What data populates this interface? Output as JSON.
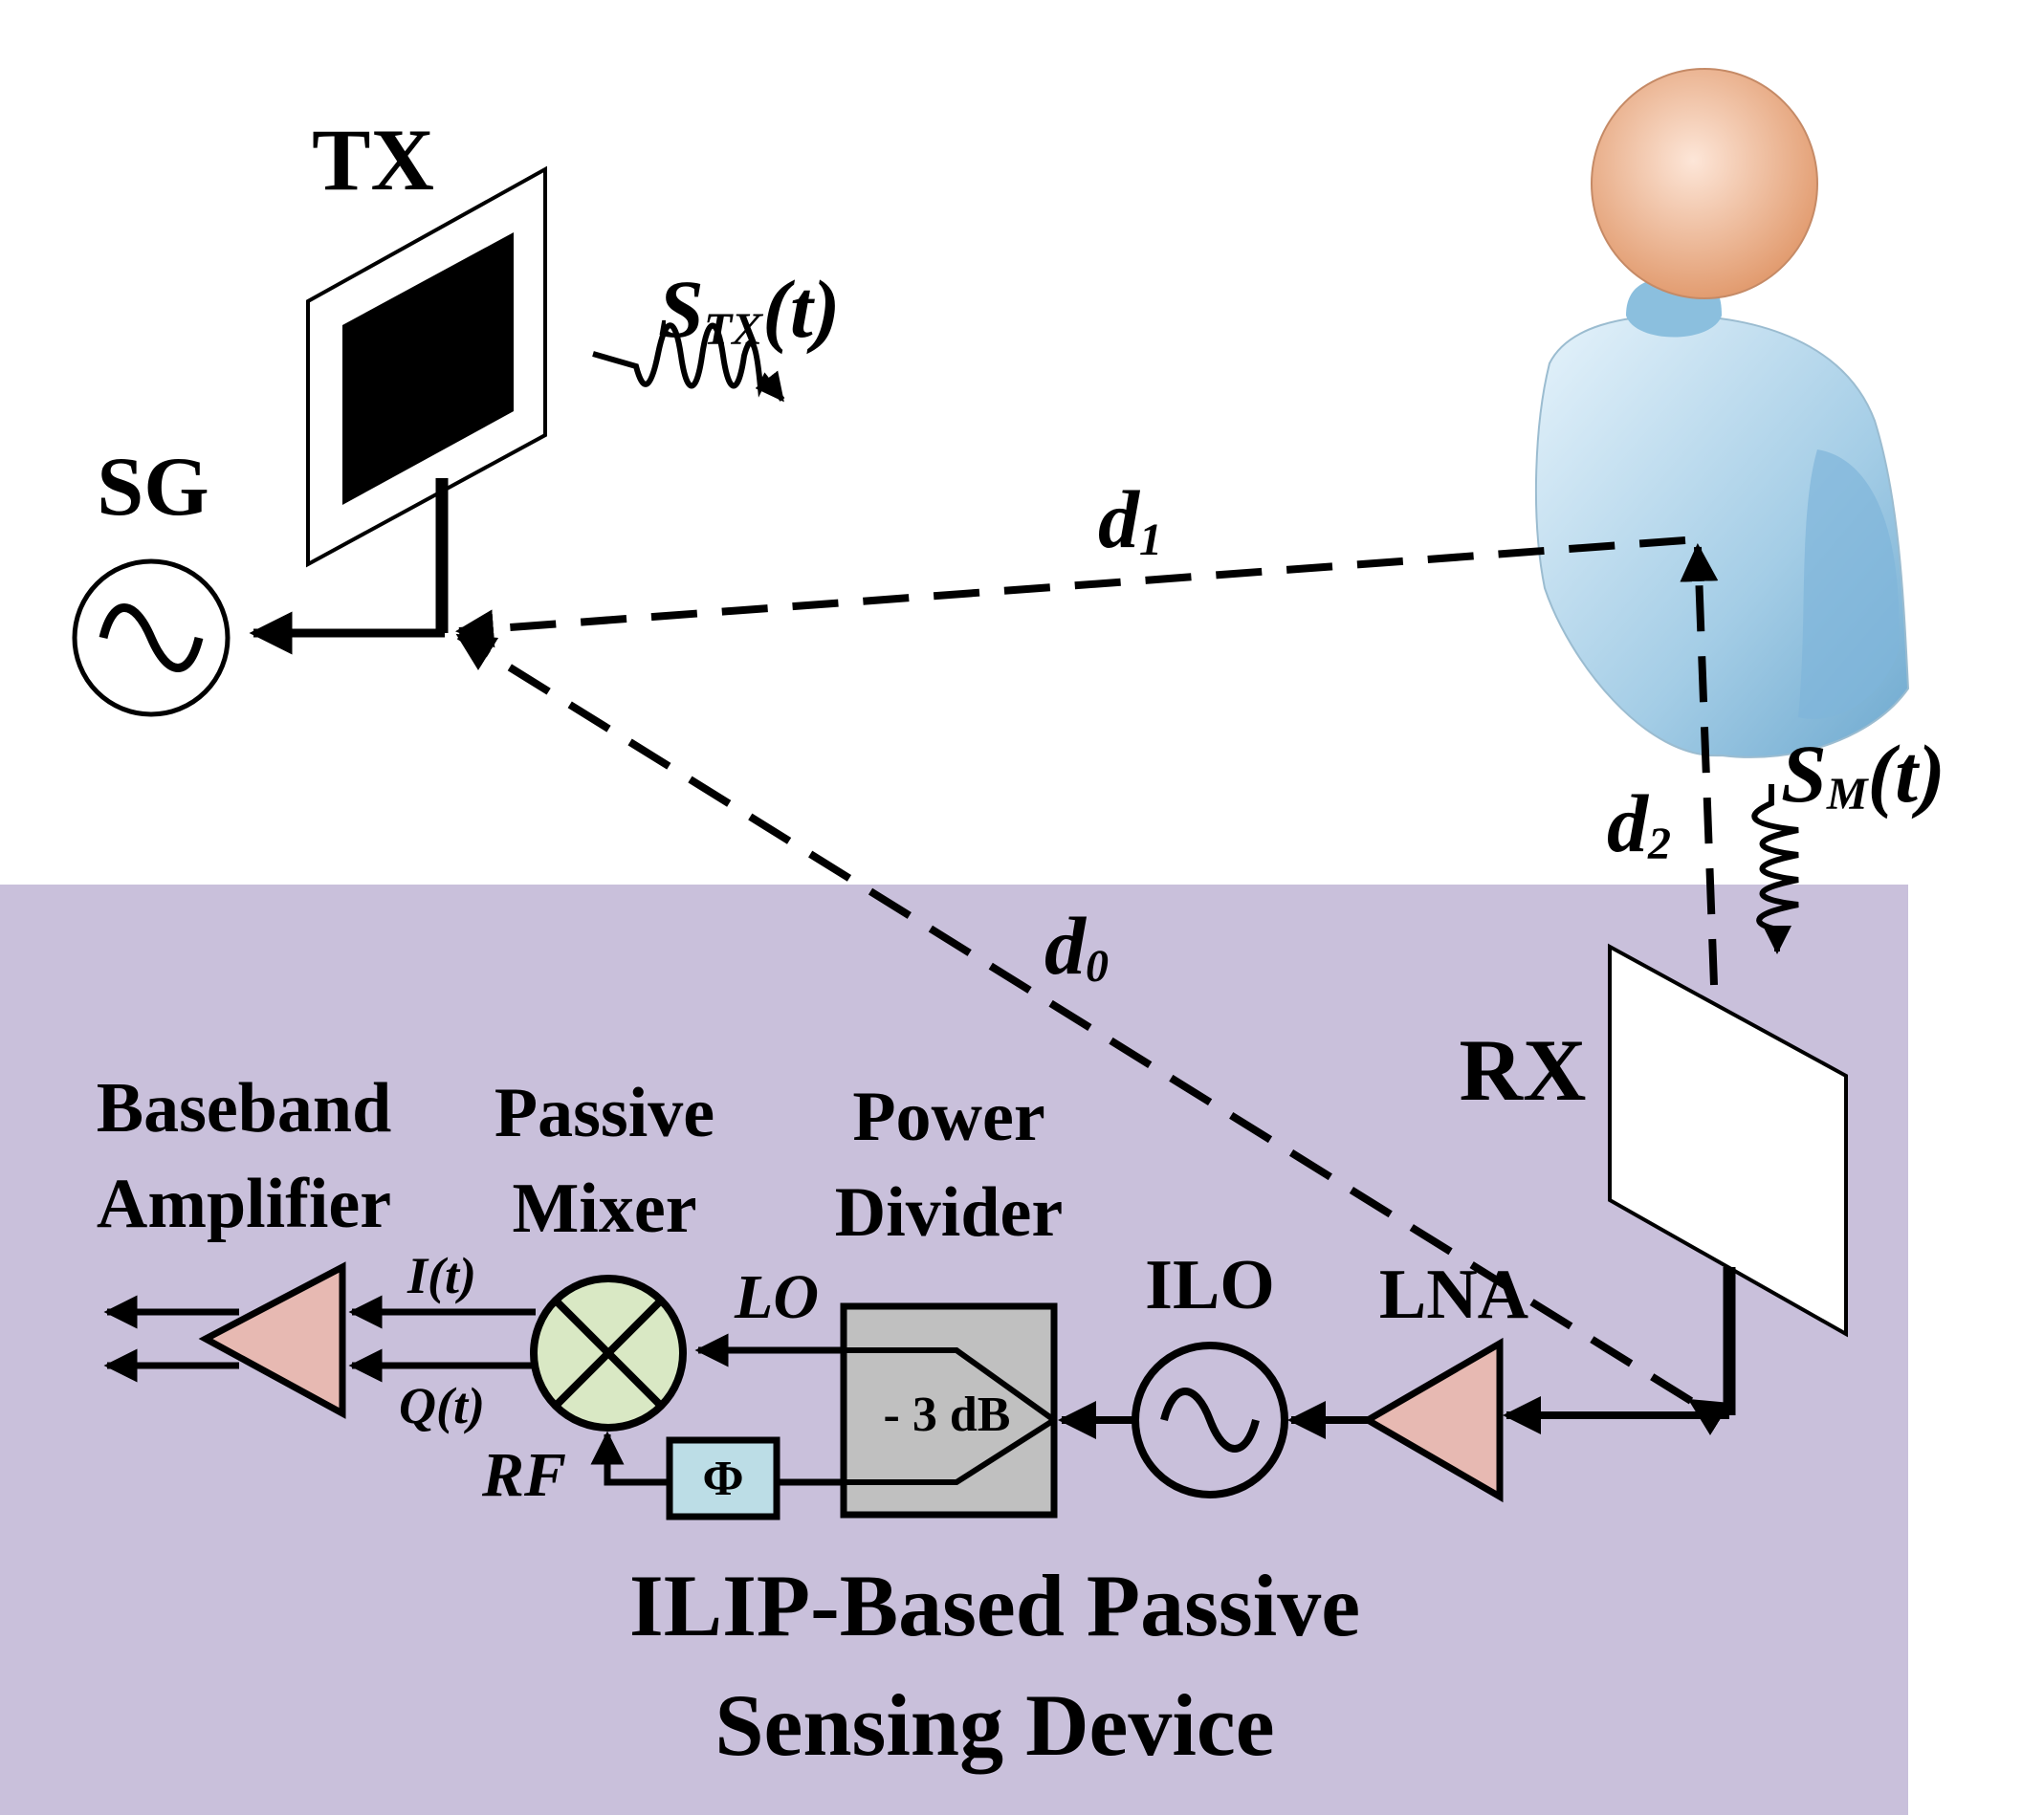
{
  "colors": {
    "panel": "#c9c0db",
    "amp_fill": "#e7b9b2",
    "mixer_fill": "#d9e8c4",
    "divider_fill": "#c0c0c0",
    "phase_fill": "#bcdde6",
    "person_body": "#a9d0e8",
    "person_head": "#f2c2a4"
  },
  "transmitter": {
    "tx_label": "TX",
    "sg_label": "SG",
    "signal": {
      "base": "S",
      "sub": "TX",
      "arg": "(t)"
    }
  },
  "target": {
    "signal": {
      "base": "S",
      "sub": "M",
      "arg": "(t)"
    },
    "icon": "person-icon"
  },
  "paths": {
    "d1": {
      "base": "d",
      "sub": "1"
    },
    "d2": {
      "base": "d",
      "sub": "2"
    },
    "d0": {
      "base": "d",
      "sub": "0"
    }
  },
  "device": {
    "rx_label": "RX",
    "title_line1": "ILIP-Based Passive",
    "title_line2": "Sensing Device",
    "baseband_line1": "Baseband",
    "baseband_line2": "Amplifier",
    "mixer_line1": "Passive",
    "mixer_line2": "Mixer",
    "divider_line1": "Power",
    "divider_line2": "Divider",
    "divider_value": "- 3 dB",
    "ilo_label": "ILO",
    "lna_label": "LNA",
    "phase_symbol": "Φ",
    "lo_label": "LO",
    "rf_label": "RF",
    "i_signal": {
      "base": "I",
      "arg": "(t)"
    },
    "q_signal": {
      "base": "Q",
      "arg": "(t)"
    }
  }
}
